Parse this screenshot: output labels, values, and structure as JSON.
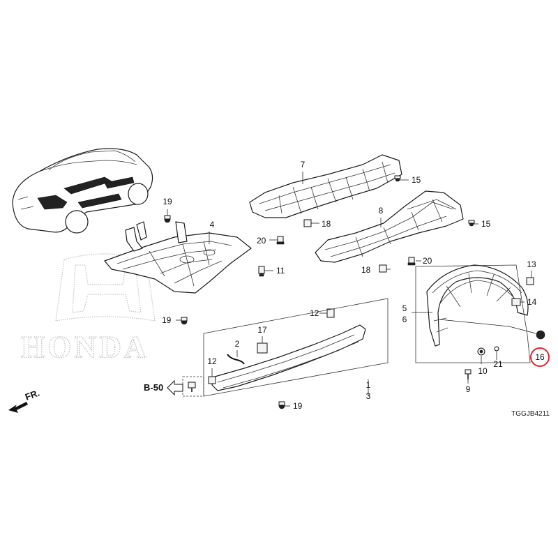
{
  "watermark": {
    "brand_text": "HONDA"
  },
  "callouts": {
    "c1": "1",
    "c2": "2",
    "c3": "3",
    "c4": "4",
    "c5": "5",
    "c6": "6",
    "c7": "7",
    "c8": "8",
    "c9": "9",
    "c10": "10",
    "c11": "11",
    "c12a": "12",
    "c12b": "12",
    "c13": "13",
    "c14": "14",
    "c15a": "15",
    "c15b": "15",
    "c16": "16",
    "c17": "17",
    "c18a": "18",
    "c18b": "18",
    "c19a": "19",
    "c19b": "19",
    "c19c": "19",
    "c20a": "20",
    "c20b": "20",
    "c21": "21"
  },
  "highlighted_callout": "16",
  "reference": {
    "label": "B-50"
  },
  "direction": {
    "label": "FR."
  },
  "diagram_code": "TGGJB4211",
  "colors": {
    "highlight_circle": "#e0262b",
    "line": "#1a1a1a",
    "watermark": "#bdbdbd"
  }
}
